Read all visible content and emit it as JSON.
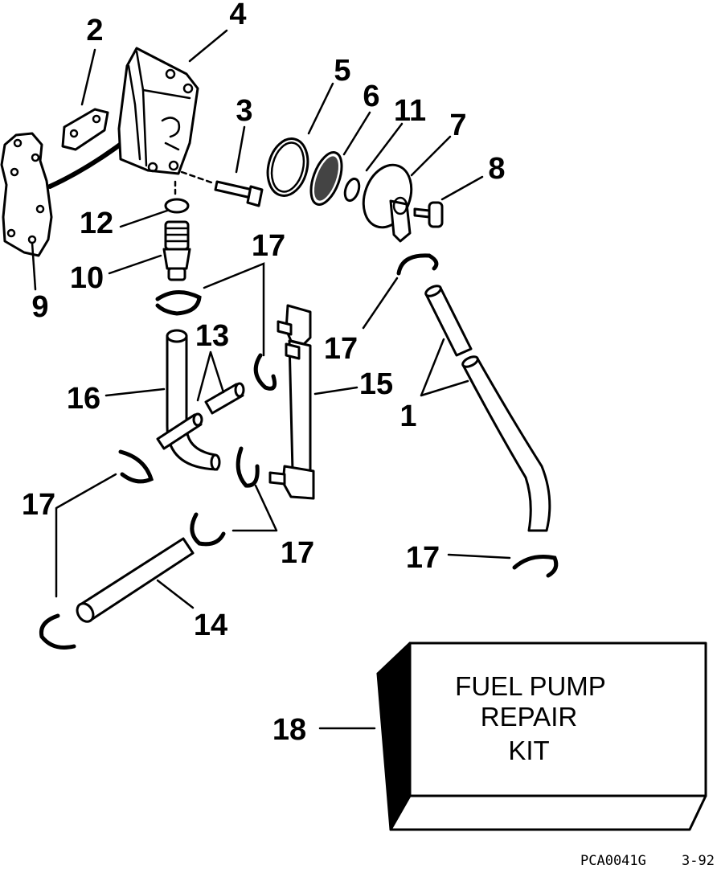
{
  "callouts": {
    "c1": "1",
    "c2": "2",
    "c3": "3",
    "c4": "4",
    "c5": "5",
    "c6": "6",
    "c7": "7",
    "c8": "8",
    "c9": "9",
    "c10": "10",
    "c11": "11",
    "c12": "12",
    "c13": "13",
    "c14": "14",
    "c15": "15",
    "c16": "16",
    "c17": "17",
    "c18": "18"
  },
  "kit_box": {
    "line1": "FUEL PUMP",
    "line2": "REPAIR",
    "line3": "KIT"
  },
  "footer": {
    "code": "PCA0041G",
    "date": "3-92"
  }
}
